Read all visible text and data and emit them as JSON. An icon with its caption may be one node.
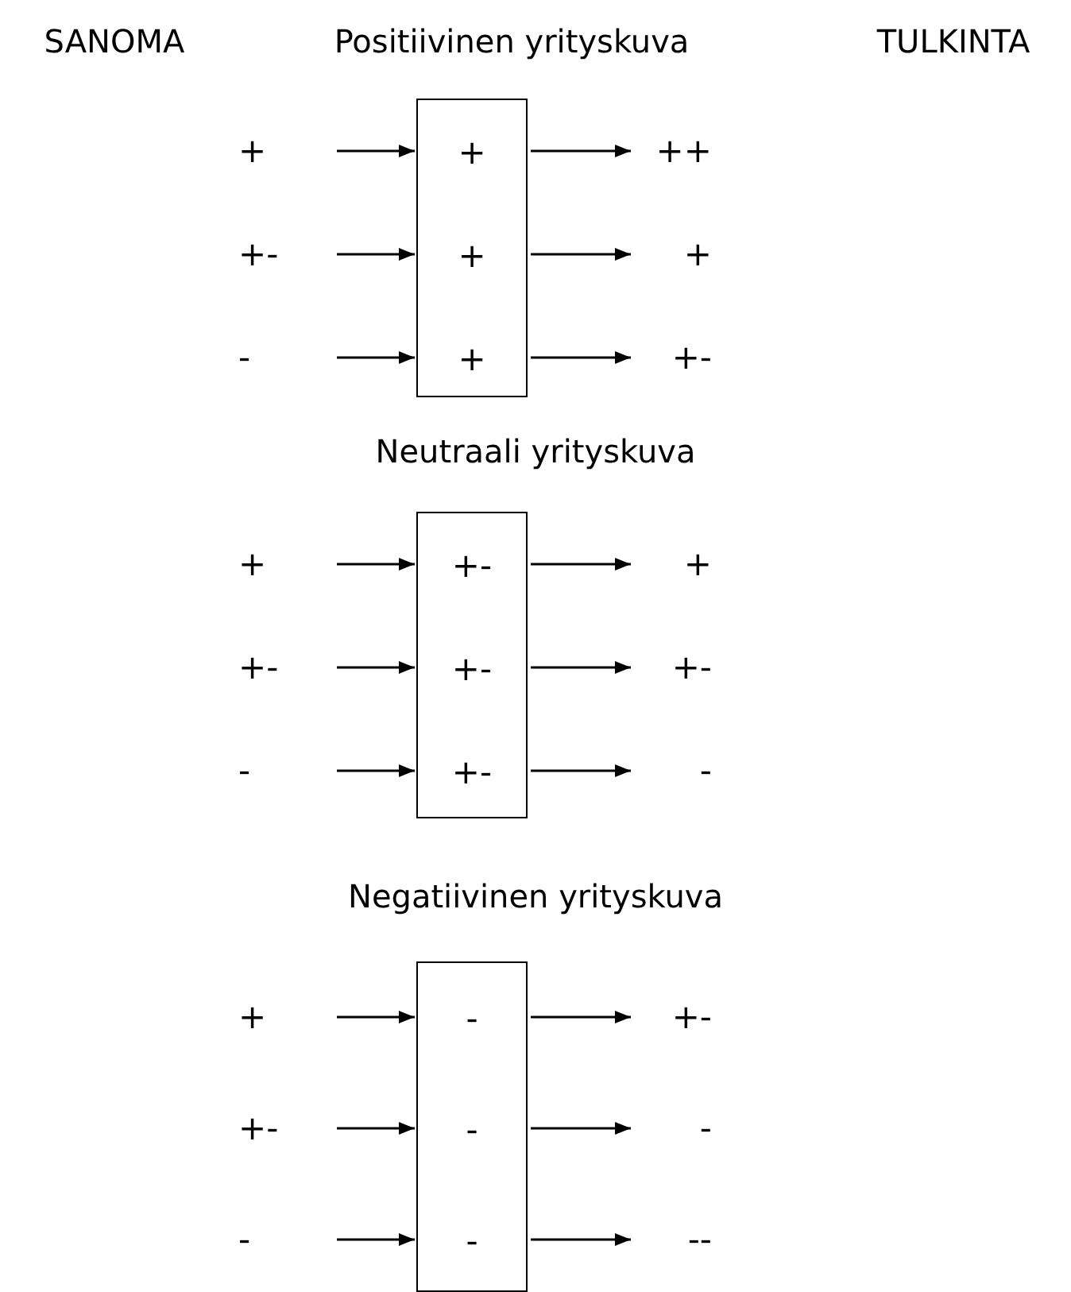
{
  "diagram": {
    "nodes": [
      {
        "text": [
          "+"
        ]
      },
      {
        "text": [
          "+-"
        ]
      },
      {
        "text": [
          "-"
        ]
      },
      {
        "text": [
          "+",
          "+",
          "+"
        ]
      },
      {
        "text": [
          "++"
        ]
      },
      {
        "text": [
          "+"
        ]
      },
      {
        "text": [
          "+-"
        ]
      },
      {
        "text": [
          "+"
        ]
      },
      {
        "text": [
          "+-"
        ]
      },
      {
        "text": [
          "-"
        ]
      },
      {
        "text": [
          "+-",
          "+-",
          "+-"
        ]
      },
      {
        "text": [
          "+"
        ]
      },
      {
        "text": [
          "+-"
        ]
      },
      {
        "text": [
          "-"
        ]
      },
      {
        "text": [
          "+"
        ]
      },
      {
        "text": [
          "+-"
        ]
      },
      {
        "text": [
          "-"
        ]
      },
      {
        "text": [
          "-",
          "-",
          "-"
        ]
      },
      {
        "text": [
          "+-"
        ]
      },
      {
        "text": [
          "-"
        ]
      },
      {
        "text": [
          "--"
        ]
      }
    ],
    "edges": [
      {
        "from": 0,
        "to": 3,
        "arrow": "to"
      },
      {
        "from": 1,
        "to": 3,
        "arrow": "to"
      },
      {
        "from": 2,
        "to": 3,
        "arrow": "to"
      },
      {
        "from": 3,
        "to": 4,
        "arrow": "to"
      },
      {
        "from": 3,
        "to": 5,
        "arrow": "to"
      },
      {
        "from": 3,
        "to": 6,
        "arrow": "to"
      },
      {
        "from": 7,
        "to": 10,
        "arrow": "to"
      },
      {
        "from": 8,
        "to": 10,
        "arrow": "to"
      },
      {
        "from": 9,
        "to": 10,
        "arrow": "to"
      },
      {
        "from": 10,
        "to": 11,
        "arrow": "to"
      },
      {
        "from": 10,
        "to": 12,
        "arrow": "to"
      },
      {
        "from": 10,
        "to": 13,
        "arrow": "to"
      },
      {
        "from": 14,
        "to": 17,
        "arrow": "to"
      },
      {
        "from": 15,
        "to": 17,
        "arrow": "to"
      },
      {
        "from": 16,
        "to": 17,
        "arrow": "to"
      },
      {
        "from": 17,
        "to": 18,
        "arrow": "to"
      },
      {
        "from": 17,
        "to": 19,
        "arrow": "to"
      },
      {
        "from": 17,
        "to": 20,
        "arrow": "to"
      }
    ],
    "labels": [
      "SANOMA",
      "Positiivinen yrityskuva",
      "TULKINTA",
      "Neutraali yrityskuva",
      "Negatiivinen yrityskuva"
    ]
  }
}
